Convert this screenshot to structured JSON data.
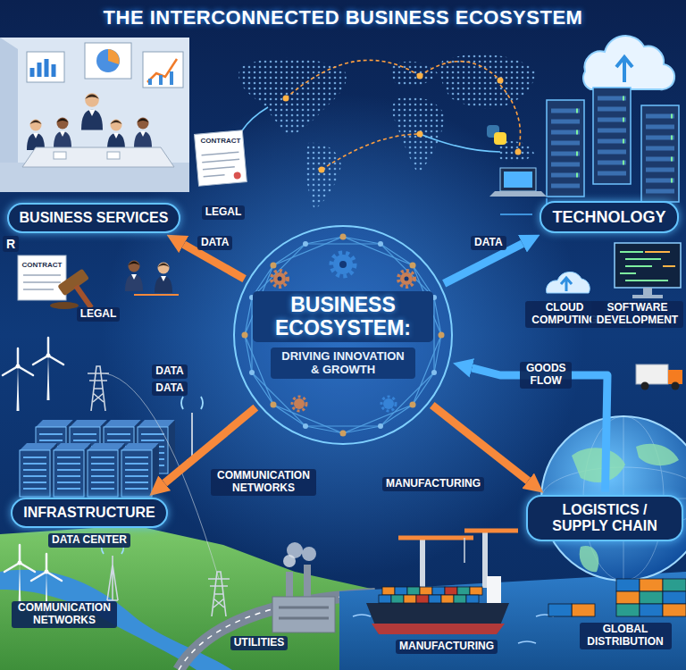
{
  "diagram": {
    "title": "THE INTERCONNECTED BUSINESS ECOSYSTEM",
    "nodes": [
      {
        "text": [
          "BUSINESS SERVICES"
        ]
      },
      {
        "text": [
          "TECHNOLOGY"
        ]
      },
      {
        "text": [
          "BUSINESS ECOSYSTEM:",
          "DRIVING INNOVATION & GROWTH"
        ]
      },
      {
        "text": [
          "INFRASTRUCTURE"
        ]
      },
      {
        "text": [
          "LOGISTICS / SUPPLY CHAIN"
        ]
      }
    ],
    "edges": [
      {
        "from": 2,
        "to": 0,
        "arrow": "to",
        "label": "DATA"
      },
      {
        "from": 2,
        "to": 1,
        "arrow": "to",
        "label": "DATA"
      },
      {
        "from": 2,
        "to": 3,
        "arrow": "to"
      },
      {
        "from": 2,
        "to": 4,
        "arrow": "to"
      },
      {
        "from": 4,
        "to": 2,
        "arrow": "to",
        "label": "GOODS FLOW"
      }
    ],
    "labels": [
      "CONTRACT",
      "LEGAL",
      "R",
      "CONTRACT",
      "LEGAL",
      "CLOUD COMPUTING",
      "SOFTWARE DEVELOPMENT",
      "DATA",
      "DATA",
      "COMMUNICATION NETWORKS",
      "MANUFACTURING",
      "DATA CENTER",
      "COMMUNICATION NETWORKS",
      "UTILITIES",
      "MANUFACTURING",
      "GLOBAL DISTRIBUTION"
    ]
  }
}
